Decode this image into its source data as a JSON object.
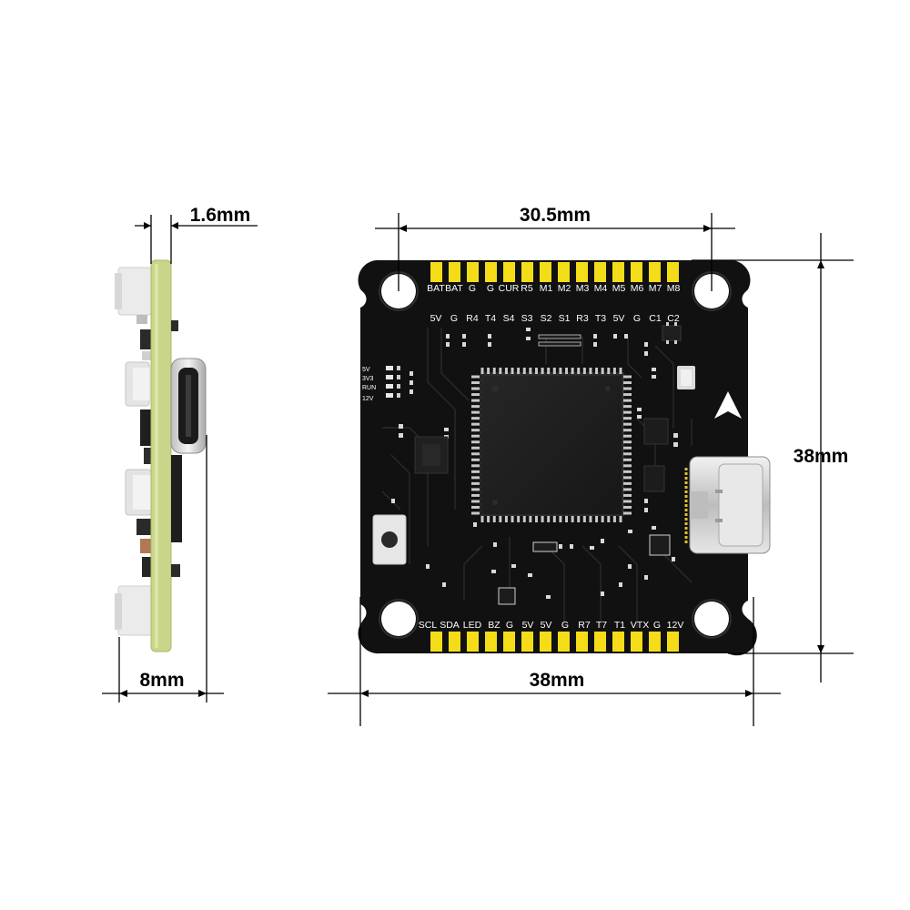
{
  "dimensions": {
    "thickness": "1.6mm",
    "height": "8mm",
    "mount_spacing": "30.5mm",
    "board_width": "38mm",
    "board_height": "38mm"
  },
  "labels": {
    "top_row_upper": [
      "BAT",
      "BAT",
      "G",
      "G",
      "CUR",
      "R5",
      "M1",
      "M2",
      "M3",
      "M4",
      "M5",
      "M6",
      "M7",
      "M8"
    ],
    "top_row_lower": [
      "5V",
      "G",
      "R4",
      "T4",
      "S4",
      "S3",
      "S2",
      "S1",
      "R3",
      "T3",
      "5V",
      "G",
      "C1",
      "C2"
    ],
    "bottom_row": [
      "SCL",
      "SDA",
      "LED",
      "BZ",
      "G",
      "5V",
      "5V",
      "G",
      "R7",
      "T7",
      "T1",
      "VTX",
      "G",
      "12V"
    ],
    "leds": [
      "5V",
      "3V3",
      "RUN",
      "12V"
    ]
  },
  "colors": {
    "pcb": "#111111",
    "pad": "#f5dc19",
    "side_pcb": "#c9d68a",
    "connector": "#e9e9e9",
    "usb_metal": "#d8d8d8"
  },
  "icons": [
    "direction-arrow-icon",
    "boot-button",
    "usb-c-port",
    "mcu-chip"
  ]
}
